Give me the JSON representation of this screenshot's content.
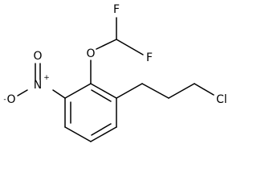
{
  "molecule": {
    "atoms": {
      "f_top": "F",
      "f_right": "F",
      "o_ether": "O",
      "n_nitro": "N",
      "o_nitro_top": "O",
      "o_nitro_left": "O",
      "cl": "Cl"
    },
    "charges": {
      "n_plus": "+",
      "o_minus": "-"
    }
  }
}
